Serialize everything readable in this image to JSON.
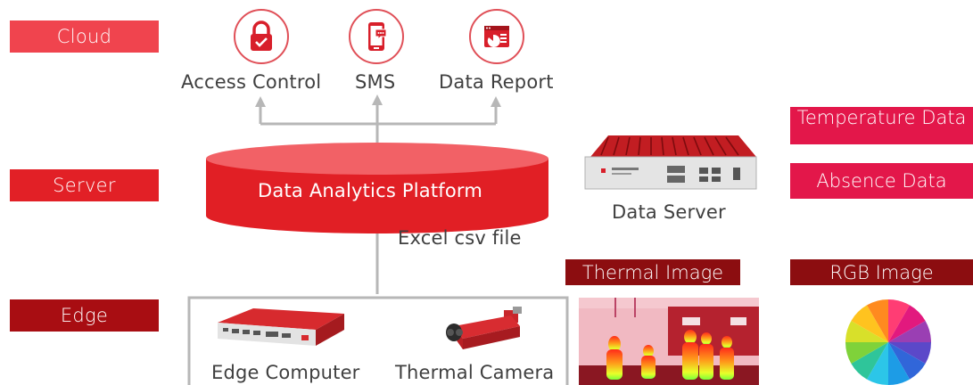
{
  "tiers": {
    "cloud": "Cloud",
    "server": "Server",
    "edge": "Edge"
  },
  "cloud_services": [
    {
      "label": "Access Control",
      "icon": "lock-icon"
    },
    {
      "label": "SMS",
      "icon": "phone-message-icon"
    },
    {
      "label": "Data Report",
      "icon": "report-icon"
    }
  ],
  "platform": {
    "label": "Data Analytics Platform"
  },
  "connector": {
    "label": "Excel csv file"
  },
  "data_server": {
    "label": "Data Server"
  },
  "outputs": {
    "temperature": "Temperature Data",
    "absence": "Absence Data"
  },
  "images": {
    "thermal": "Thermal Image",
    "rgb": "RGB Image"
  },
  "edge_devices": {
    "computer": "Edge Computer",
    "camera": "Thermal Camera"
  },
  "colors": {
    "cloud_tier": "#f0444e",
    "server_tier": "#e22026",
    "edge_tier": "#a80d12",
    "platform": "#e11f25",
    "platform_top": "#f26166",
    "output_boxes": "#e3174a",
    "image_tags": "#8c0d10"
  }
}
